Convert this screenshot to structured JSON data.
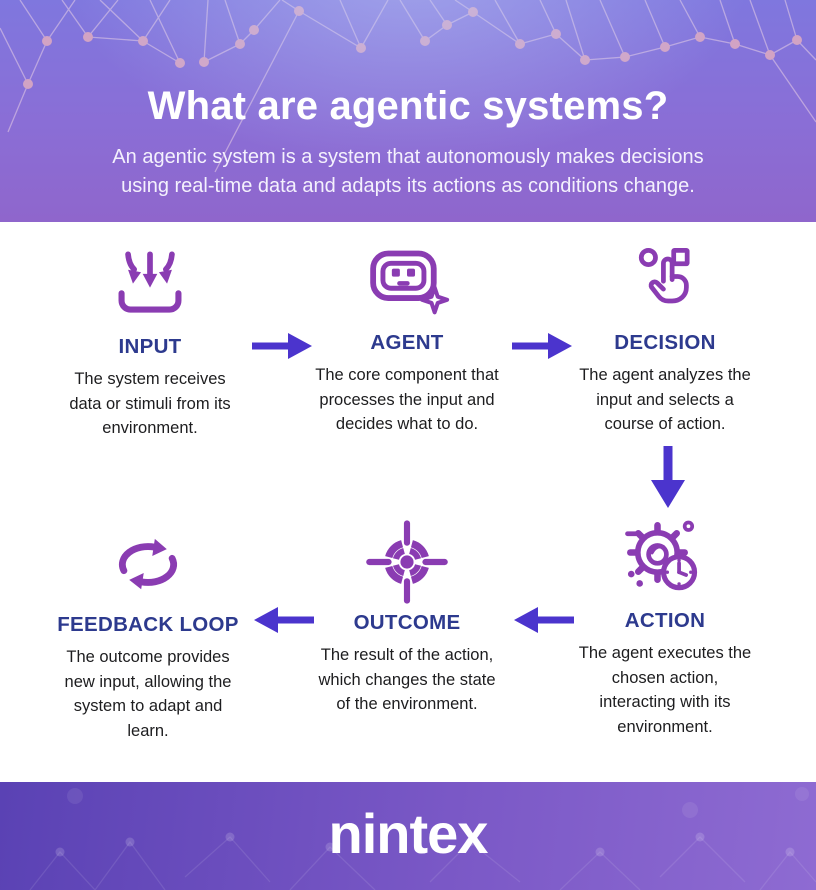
{
  "header": {
    "title": "What are agentic systems?",
    "subtitle": "An agentic system is a system that autonomously makes decisions using real-time data and adapts its actions as conditions change."
  },
  "flow": {
    "steps": [
      {
        "id": "input",
        "label": "INPUT",
        "icon": "input-tray-icon",
        "description": "The system receives data or stimuli from its environment."
      },
      {
        "id": "agent",
        "label": "AGENT",
        "icon": "robot-agent-icon",
        "description": "The core component that processes the input and decides what to do."
      },
      {
        "id": "decision",
        "label": "DECISION",
        "icon": "choice-hand-icon",
        "description": "The agent analyzes the input and selects a course of action."
      },
      {
        "id": "action",
        "label": "ACTION",
        "icon": "gear-clock-icon",
        "description": "The agent executes the chosen action, interacting with its environment."
      },
      {
        "id": "outcome",
        "label": "OUTCOME",
        "icon": "target-icon",
        "description": "The result of the action, which changes the state of the environment."
      },
      {
        "id": "feedback_loop",
        "label": "FEEDBACK LOOP",
        "icon": "cycle-arrows-icon",
        "description": "The outcome provides new input, allowing the system to adapt and learn."
      }
    ]
  },
  "footer": {
    "brand": "nintex"
  },
  "colors": {
    "header_gradient_top": "#7f77de",
    "header_gradient_bottom": "#8f66cc",
    "icon_purple": "#8a3cb2",
    "label_navy": "#2d3a8e",
    "arrow_indigo": "#4b34cd",
    "body_text": "#1d1d1f",
    "background": "#ffffff",
    "footer_gradient_left": "#5a42b4",
    "footer_gradient_right": "#8e6bd2",
    "network_dot_pink": "#d2a3c4"
  }
}
